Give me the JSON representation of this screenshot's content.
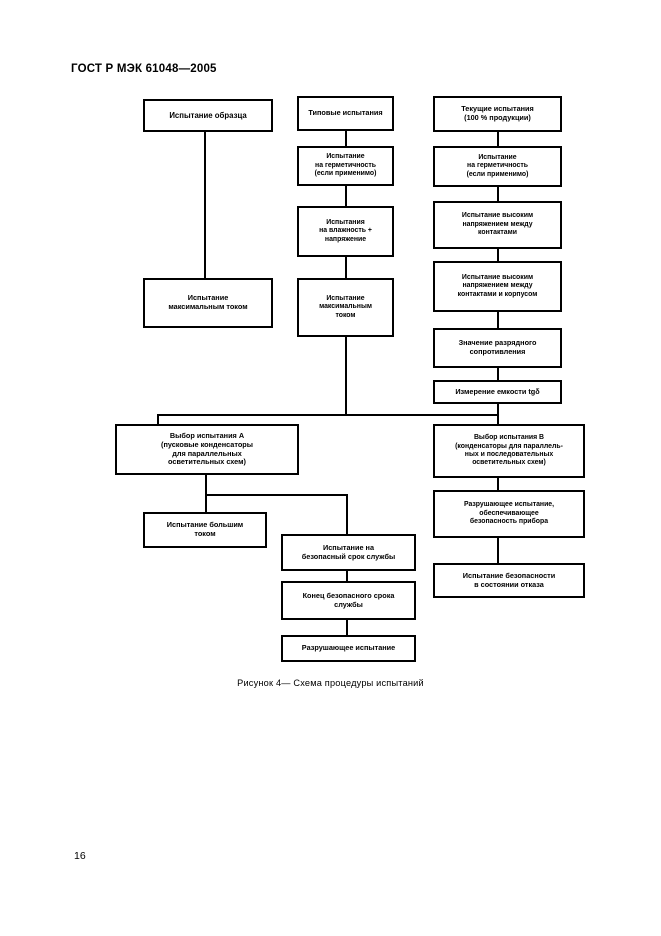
{
  "document": {
    "header": "ГОСТ Р МЭК 61048—2005",
    "page_number": "16",
    "figure_caption": "Рисунок 4— Схема процедуры испытаний"
  },
  "diagram": {
    "title": "Схема процедуры испытаний",
    "columns": {
      "left": "Испытание образца",
      "middle": "Типовые испытания",
      "right": "Текущие испытания (100 % продукции)"
    },
    "nodes": {
      "sample_test": "Испытание образца",
      "type_tests": "Типовые испытания",
      "routine_tests": "Текущие испытания\n(100 % продукции)",
      "type_tightness": "Испытание\nна герметичность\n(если применимо)",
      "routine_tightness": "Испытание\nна герметичность\n(если применимо)",
      "humidity_voltage": "Испытания\nна  влажность +\nнапряжение",
      "hv_between_contacts": "Испытание высоким\nнапряжением между\nконтактами",
      "hv_contacts_case": "Испытание высоким\nнапряжением между\nконтактами и корпусом",
      "discharge_resistance": "Значение разрядного\nсопротивления",
      "capacitance_tg": "Измерение емкости tgδ",
      "max_current_left": "Испытание\nмаксимальным током",
      "max_current_mid": "Испытание\nмаксимальным\nтоком",
      "choice_a": "Выбор испытания А\n(пусковые конденсаторы\nдля параллельных\nосветительных схем)",
      "choice_b": "Выбор испытания В\n(конденсаторы для параллель-\nных и последовательных\nосветительных схем)",
      "high_current": "Испытание большим\nтоком",
      "safe_service_life": "Испытание на\nбезопасный срок службы",
      "end_of_safe_life": "Конец безопасного срока\nслужбы",
      "destructive_test": "Разрушающее испытание",
      "destructive_safety": "Разрушающее испытание,\nобеспечивающее\nбезопасность прибора",
      "failure_safety": "Испытание безопасности\nв состоянии отказа"
    }
  },
  "style": {
    "ink": "#000000",
    "paper": "#ffffff"
  }
}
